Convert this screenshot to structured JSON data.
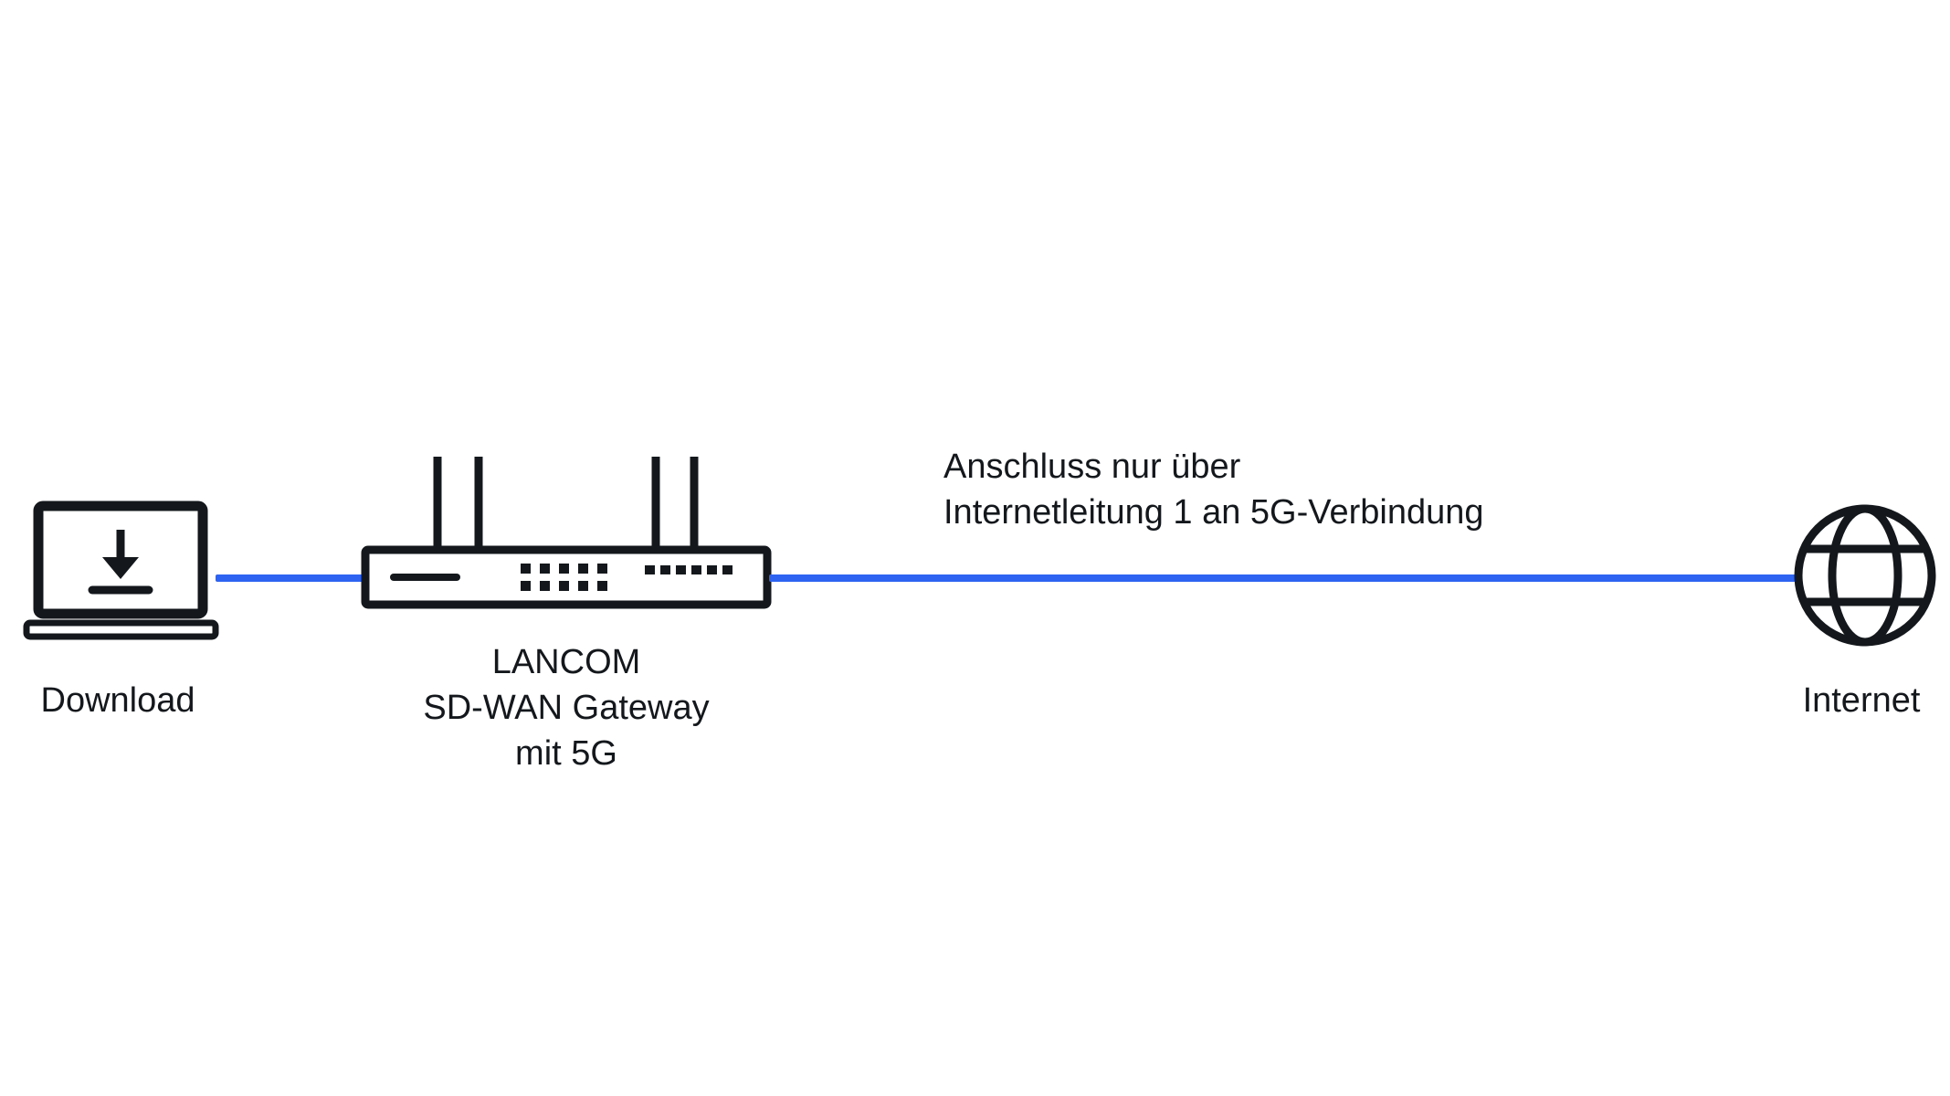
{
  "colors": {
    "ink": "#14181c",
    "connection": "#2e63f2",
    "background": "#ffffff"
  },
  "nodes": {
    "download": {
      "label": "Download"
    },
    "gateway": {
      "label": [
        "LANCOM",
        "SD-WAN Gateway",
        "mit 5G"
      ]
    },
    "internet": {
      "label": "Internet"
    }
  },
  "annotation": {
    "lines": [
      "Anschluss nur über",
      "Internetleitung 1 an 5G-Verbindung"
    ]
  }
}
